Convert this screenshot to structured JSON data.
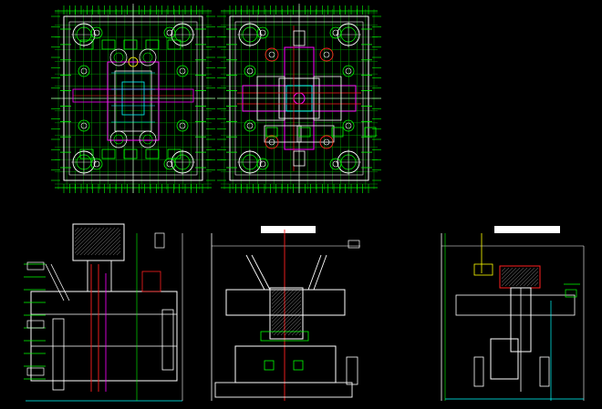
{
  "drawing": {
    "background": "#000000",
    "palette": {
      "white": "#ffffff",
      "green": "#00ff00",
      "dark_green": "#009900",
      "cyan": "#00ffff",
      "magenta": "#ff00ff",
      "red": "#ff2020",
      "yellow": "#ffff00",
      "grey": "#b0b0b0"
    },
    "views": [
      {
        "id": "plan-view-left",
        "kind": "plan"
      },
      {
        "id": "plan-view-right",
        "kind": "plan"
      },
      {
        "id": "section-view-left",
        "kind": "section"
      },
      {
        "id": "section-view-middle",
        "kind": "section"
      },
      {
        "id": "section-view-right",
        "kind": "section"
      }
    ]
  }
}
